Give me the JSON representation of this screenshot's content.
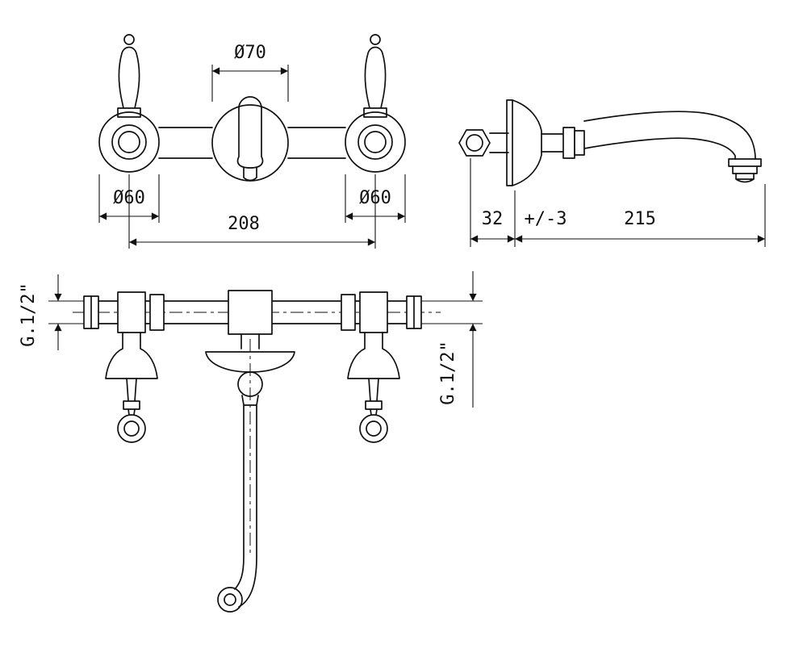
{
  "drawing": {
    "kind": "technical-dimension-drawing",
    "subject": "wall-mounted-three-hole-basin-mixer",
    "colors": {
      "line": "#111111",
      "background": "#ffffff"
    }
  },
  "labels": {
    "dia_center": "Ø70",
    "dia_left": "Ø60",
    "dia_right": "Ø60",
    "spacing": "208",
    "wall_offset": "32",
    "tolerance": "+/-3",
    "reach": "215",
    "thread_left": "G.1/2\"",
    "thread_right": "G.1/2\""
  }
}
